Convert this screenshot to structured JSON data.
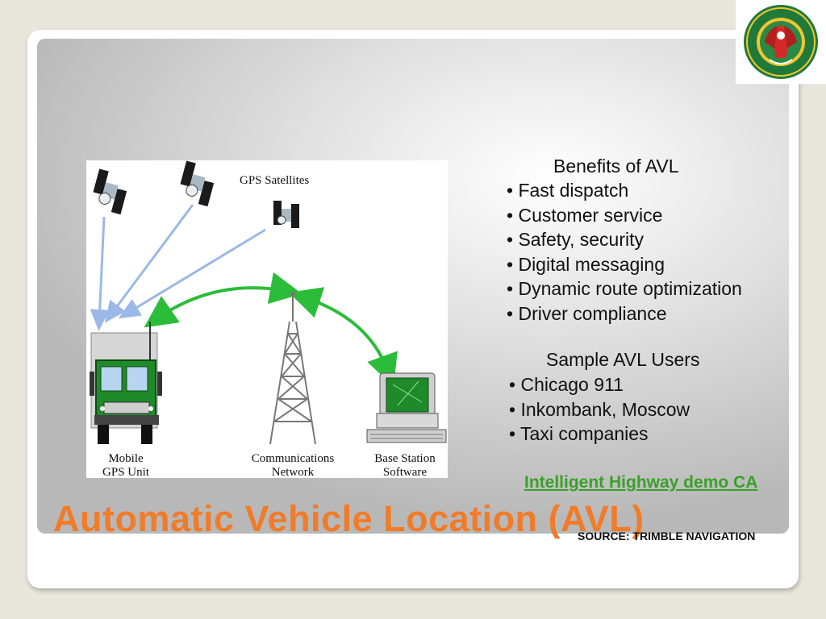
{
  "slide": {
    "title": "Automatic Vehicle Location (AVL)",
    "source": "SOURCE: TRIMBLE NAVIGATION",
    "link_text": "Intelligent Highway demo CA"
  },
  "diagram": {
    "satellites_label": "GPS Satellites",
    "mobile_label": "Mobile\nGPS Unit",
    "network_label": "Communications\nNetwork",
    "base_label": "Base Station\nSoftware"
  },
  "benefits": {
    "heading": "Benefits of AVL",
    "items": [
      "Fast dispatch",
      "Customer service",
      "Safety, security",
      "Digital messaging",
      "Dynamic route optimization",
      "Driver compliance"
    ]
  },
  "users": {
    "heading": "Sample AVL Users",
    "items": [
      "Chicago 911",
      "Inkombank, Moscow",
      "Taxi companies"
    ]
  },
  "colors": {
    "title": "#f07c2a",
    "link": "#3aa028",
    "arrow_green": "#2bbd3a",
    "arrow_blue": "#9cb8e8",
    "logo_green": "#1f7a3a"
  }
}
